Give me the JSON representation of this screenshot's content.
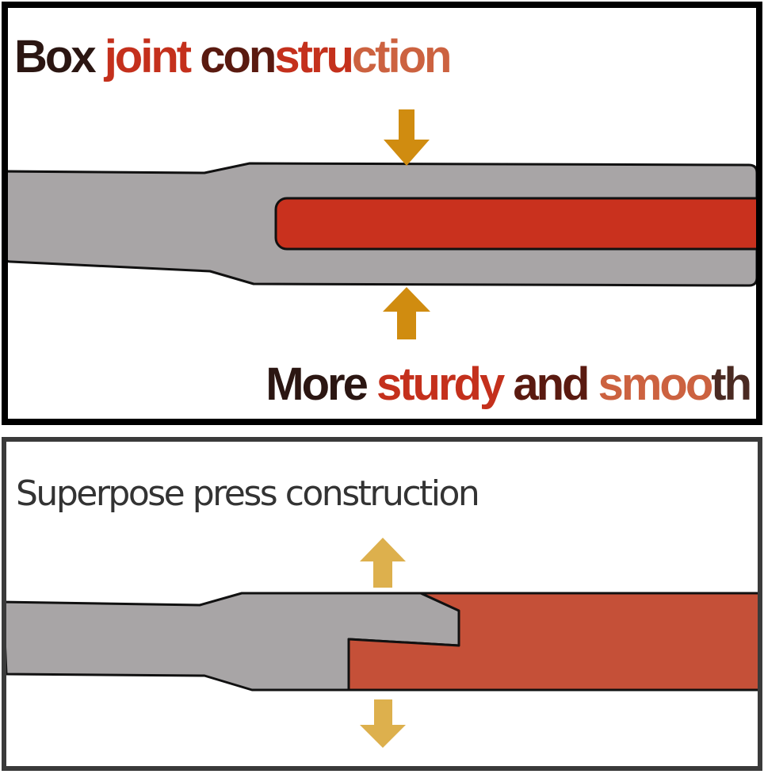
{
  "top_panel": {
    "title_segments": [
      {
        "text": "Box ",
        "color": "#2b1612"
      },
      {
        "text": "joint",
        "color": "#c4301c"
      },
      {
        "text": " con",
        "color": "#5a1a10"
      },
      {
        "text": "stru",
        "color": "#c4301c"
      },
      {
        "text": "ction",
        "color": "#cc6240"
      }
    ],
    "caption_segments": [
      {
        "text": "More ",
        "color": "#2b1612"
      },
      {
        "text": "sturdy",
        "color": "#c4301c"
      },
      {
        "text": " and ",
        "color": "#5a1a10"
      },
      {
        "text": "smoo",
        "color": "#cc6240"
      },
      {
        "text": "th",
        "color": "#4a2a22"
      }
    ],
    "arrow_color": "#d08c10",
    "arrow_direction": "inward",
    "handle_color": "#a8a5a6",
    "insert_color": "#c9311e"
  },
  "bottom_panel": {
    "title": "Superpose press construction",
    "arrow_color": "#ddb04d",
    "arrow_direction": "outward",
    "handle_color": "#a8a5a6",
    "insert_color": "#c55038"
  },
  "colors": {
    "outline": "#111111",
    "top_border": "#000000",
    "bottom_border": "#3a3a3a"
  }
}
